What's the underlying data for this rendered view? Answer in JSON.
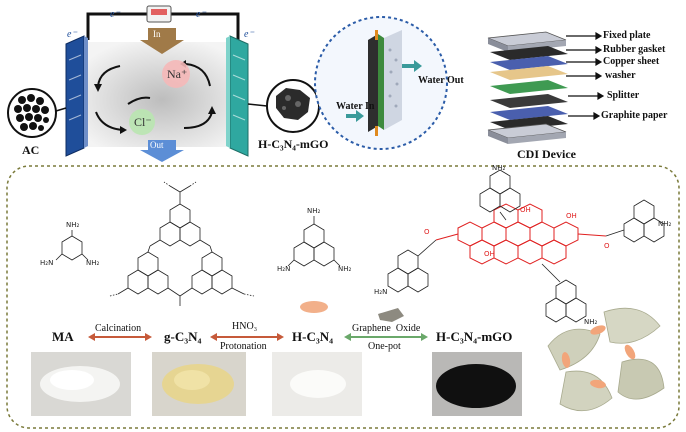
{
  "top": {
    "cdi_cell": {
      "electron_labels": [
        "e⁻",
        "e⁻",
        "e⁻",
        "e⁻"
      ],
      "inlet_label": "In",
      "outlet_label": "Out",
      "cation": "Na⁺",
      "anion": "Cl⁻",
      "left_electrode_label": "AC",
      "right_electrode_label": "H-C₃N₄-mGO"
    },
    "flow_cell": {
      "water_in": "Water In",
      "water_out": "Water Out"
    },
    "device": {
      "title": "CDI Device",
      "layers": [
        "Fixed plate",
        "Rubber gasket",
        "Copper sheet",
        "washer",
        "Splitter",
        "Graphite paper"
      ]
    }
  },
  "bottom": {
    "steps": [
      {
        "label": "MA"
      },
      {
        "label": "g-C₃N₄"
      },
      {
        "label": "H-C₃N₄"
      },
      {
        "label": "H-C₃N₄-mGO"
      }
    ],
    "arrows": [
      {
        "top": "Calcination",
        "bottom": ""
      },
      {
        "top": "HNO₃",
        "bottom": "Protonation"
      },
      {
        "top": "Graphene  Oxide",
        "bottom": "One-pot"
      }
    ],
    "chem_labels": {
      "nh2": "NH₂",
      "h2n": "H₂N",
      "n": "N",
      "oh": "OH",
      "o": "O",
      "h": "H"
    }
  },
  "colors": {
    "electrode_blue": "#1f4e9a",
    "electrode_teal": "#2fa8a0",
    "arrow_orange": "#c65a3a",
    "arrow_green": "#6aa86a",
    "dash_border": "#7a7a3a",
    "red_structure": "#e02020"
  }
}
